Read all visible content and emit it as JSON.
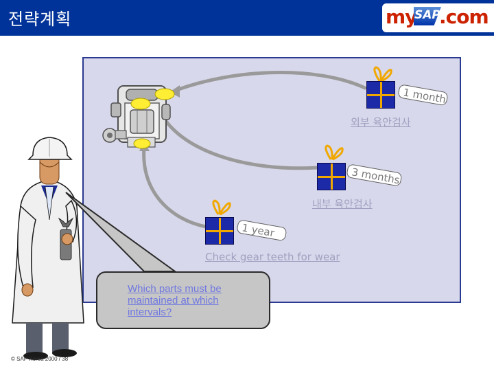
{
  "header": {
    "title": "전략계획",
    "logo": {
      "my": "my",
      "sap": "SAP",
      "com": ".com"
    }
  },
  "colors": {
    "header": "#003399",
    "panel": "#d8d8ec",
    "gift": "#1c2aa8",
    "ribbon": "#f0a800",
    "highlight": "#ffee33"
  },
  "items": [
    {
      "interval": "1 month",
      "label": "외부 육안검사"
    },
    {
      "interval": "3 months",
      "label": "내부 육안검사"
    },
    {
      "interval": "1 year",
      "label": "Check gear teeth for wear"
    }
  ],
  "bubble": {
    "text": "Which parts must be maintained at which intervals?"
  },
  "footer": {
    "text": "© SAP Korea 2000 / 38"
  }
}
